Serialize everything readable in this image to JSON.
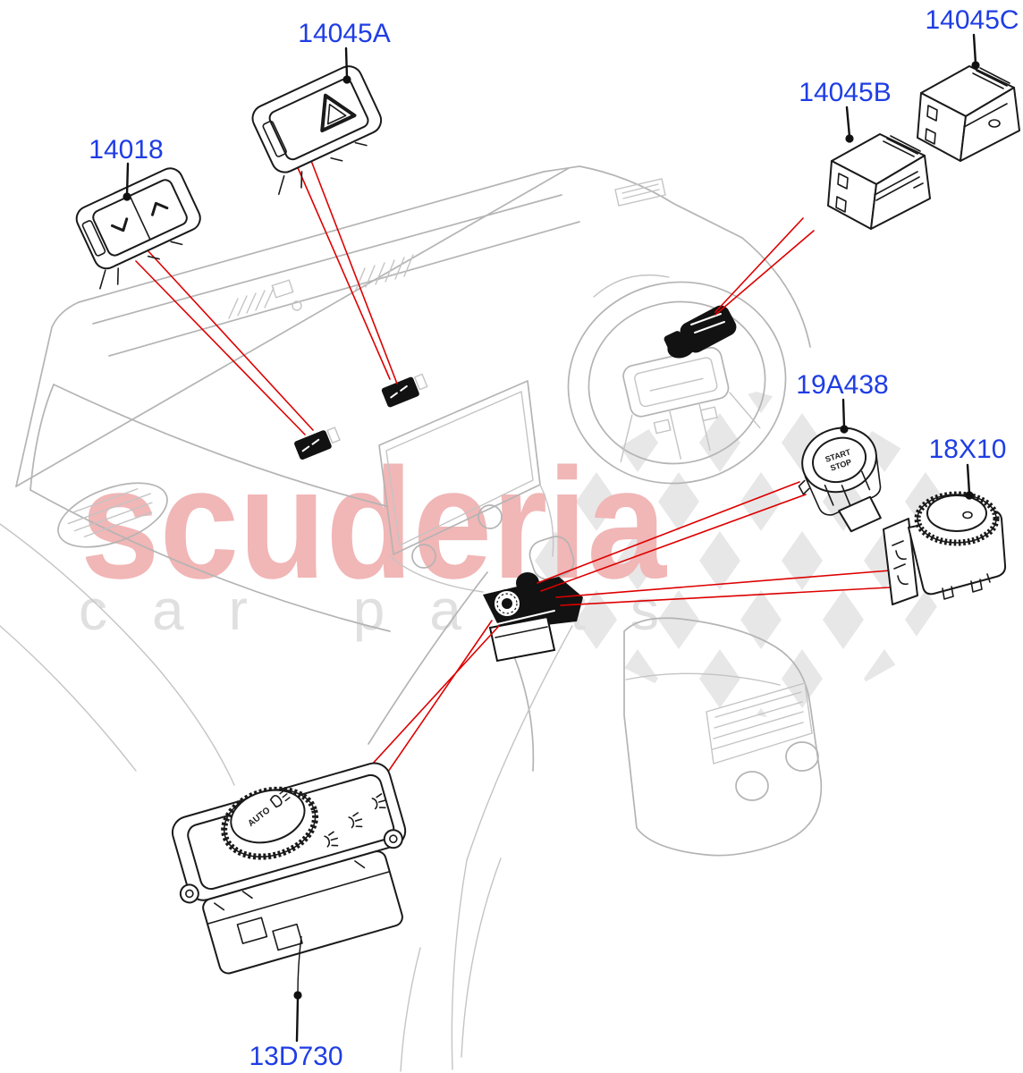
{
  "watermark": {
    "brand": "scuderia",
    "tagline": "car parts",
    "brand_color": "#f1b6b6",
    "tagline_color": "#e0e0e0",
    "checker_color": "#e7e7e7"
  },
  "colors": {
    "label": "#1f3de4",
    "leader_line": "#dd0000",
    "line_art": "#b4b4b4",
    "part_outline": "#1a1a1a"
  },
  "callouts": [
    {
      "part_no": "14018"
    },
    {
      "part_no": "14045A"
    },
    {
      "part_no": "14045B"
    },
    {
      "part_no": "14045C"
    },
    {
      "part_no": "19A438"
    },
    {
      "part_no": "18X10"
    },
    {
      "part_no": "13D730"
    }
  ],
  "part_markings": {
    "headlamp_knob_auto": "AUTO",
    "start_button_top": "START",
    "start_button_bottom": "STOP"
  }
}
